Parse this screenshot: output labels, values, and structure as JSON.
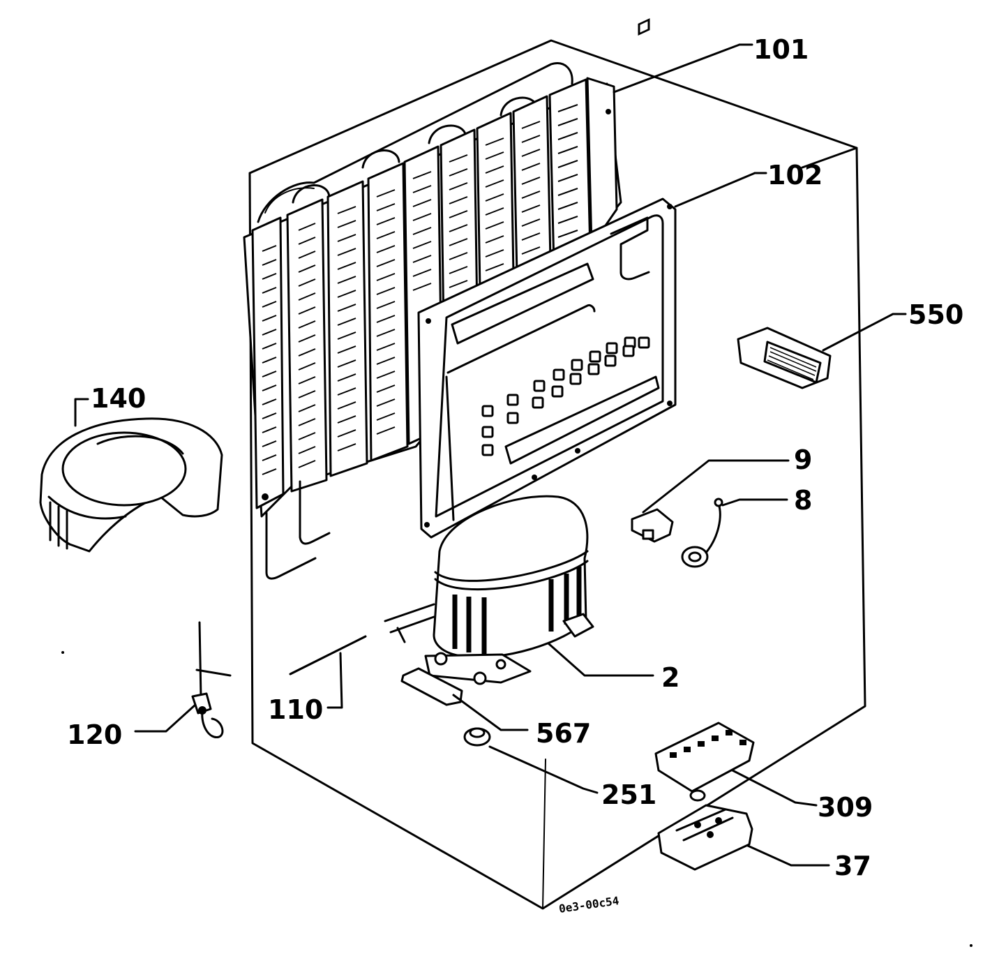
{
  "diagram": {
    "type": "exploded-parts-diagram",
    "drawing_code": "0e3-00c54",
    "callouts": [
      {
        "id": "101",
        "label": "101"
      },
      {
        "id": "102",
        "label": "102"
      },
      {
        "id": "550",
        "label": "550"
      },
      {
        "id": "140",
        "label": "140"
      },
      {
        "id": "9",
        "label": "9"
      },
      {
        "id": "8",
        "label": "8"
      },
      {
        "id": "2",
        "label": "2"
      },
      {
        "id": "110",
        "label": "110"
      },
      {
        "id": "567",
        "label": "567"
      },
      {
        "id": "120",
        "label": "120"
      },
      {
        "id": "251",
        "label": "251"
      },
      {
        "id": "309",
        "label": "309"
      },
      {
        "id": "37",
        "label": "37"
      }
    ],
    "colors": {
      "ink": "#000000",
      "paper": "#ffffff"
    }
  }
}
